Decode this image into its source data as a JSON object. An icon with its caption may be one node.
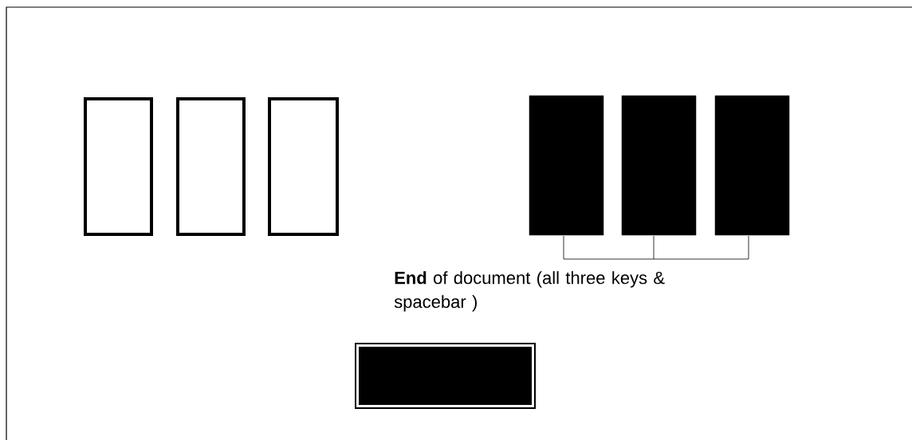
{
  "diagram": {
    "nodes": [
      {
        "text": [],
        "shape": "box"
      },
      {
        "text": [],
        "shape": "box"
      },
      {
        "text": [],
        "shape": "box"
      },
      {
        "text": [],
        "shape": "box"
      },
      {
        "text": [],
        "shape": "box"
      },
      {
        "text": [],
        "shape": "box"
      },
      {
        "text": [],
        "shape": "box"
      }
    ],
    "labels": [
      "**End** of document (all three keys & spacebar )"
    ]
  }
}
